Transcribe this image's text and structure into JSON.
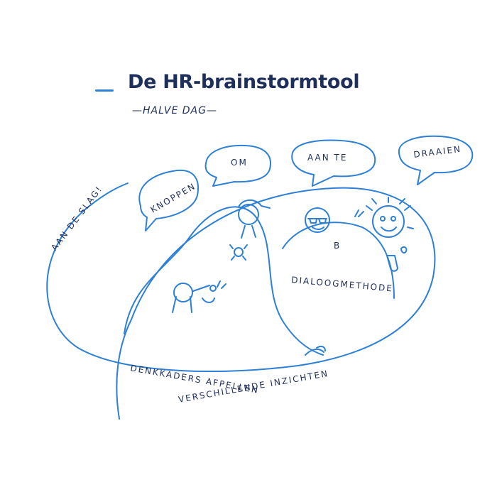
{
  "title": "De HR-brainstormtool",
  "subtitle": "—HALVE DAG—",
  "bubbles": [
    "KNOPPEN",
    "OM",
    "AAN TE",
    "DRAAIEN"
  ],
  "side_label": "AAN DE SLAG!",
  "method_label": "DIALOOGMETHODE",
  "bottom_label_1": "DENKKADERS AFPELLEN",
  "bottom_label_2": "VERSCHILLENDE INZICHTEN",
  "figure_letter": "B",
  "colors": {
    "line": "#2e7fd6",
    "text": "#1f2f5c"
  }
}
